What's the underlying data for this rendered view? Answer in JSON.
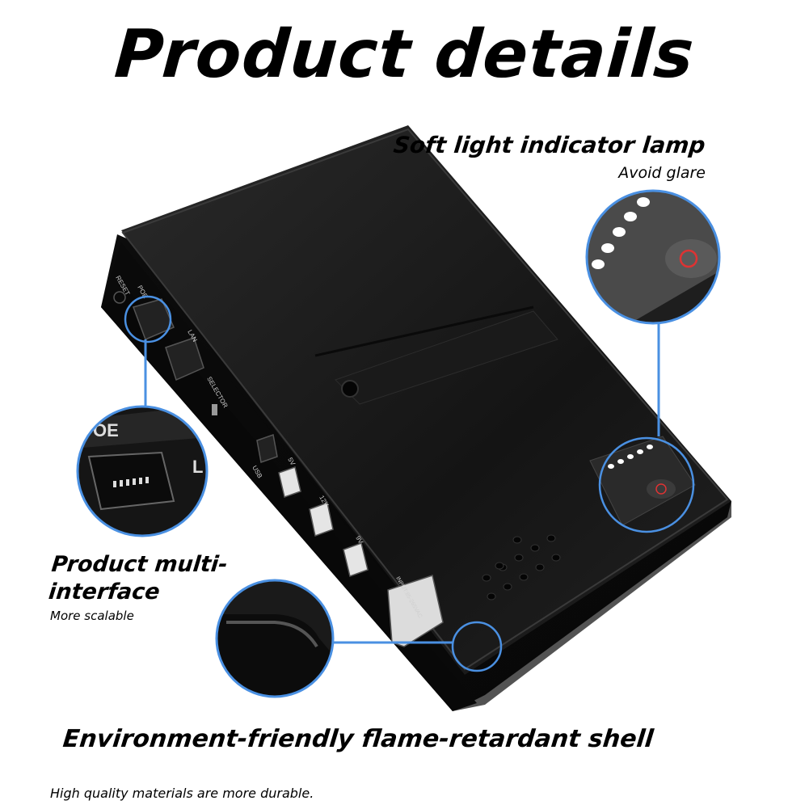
{
  "title": "Product details",
  "features": [
    {
      "title": "Soft light indicator lamp",
      "subtitle": "Avoid glare"
    },
    {
      "title": "Product multi-interface",
      "subtitle": "More scalable"
    },
    {
      "title": "Environment-friendly flame-retardant shell",
      "subtitle": "High quality materials are more durable."
    }
  ],
  "device_labels": {
    "reset": "RESET",
    "poe": "POE",
    "lan": "LAN",
    "selector": "SELECTOR",
    "usb": "USB",
    "v5": "5V",
    "v12": "12V",
    "v9": "9V",
    "input": "INPUT:85-265VAC"
  },
  "colors": {
    "accent": "#4a90e2",
    "device": "#111111",
    "text": "#000000"
  }
}
